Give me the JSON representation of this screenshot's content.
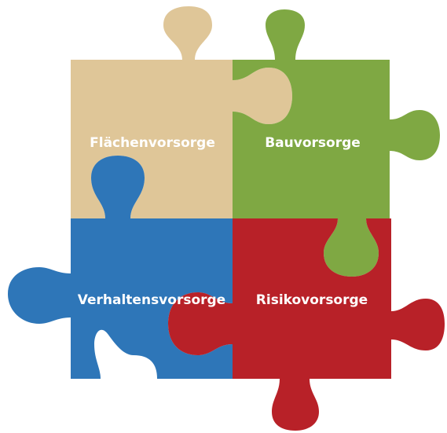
{
  "pieces": [
    {
      "id": "flaechenvorsorge",
      "label": "Flächenvorsorge",
      "color": "#dfc698"
    },
    {
      "id": "bauvorsorge",
      "label": "Bauvorsorge",
      "color": "#7fa843"
    },
    {
      "id": "verhaltensvorsorge",
      "label": "Verhaltensvorsorge",
      "color": "#2e76b8"
    },
    {
      "id": "risikovorsorge",
      "label": "Risikovorsorge",
      "color": "#b82128"
    }
  ]
}
